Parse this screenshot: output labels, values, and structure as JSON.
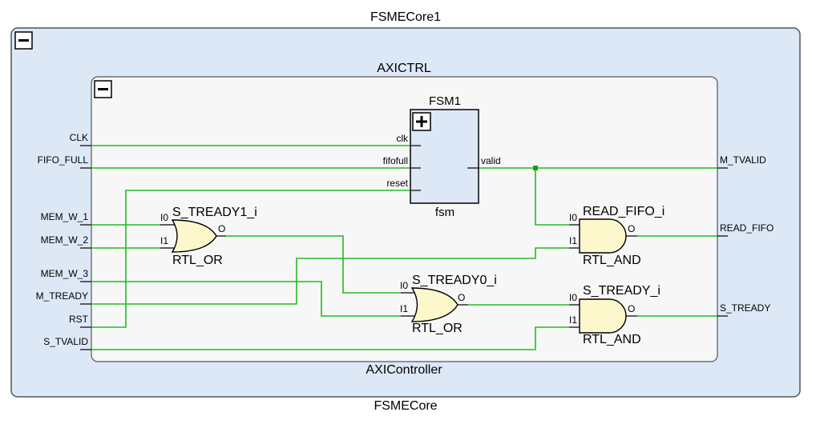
{
  "outer": {
    "instance": "FSMECore1",
    "cell": "FSMECore",
    "button": "collapse"
  },
  "inner": {
    "instance": "AXICTRL",
    "cell": "AXIController",
    "button": "collapse"
  },
  "fsm": {
    "instance": "FSM1",
    "cell": "fsm",
    "button": "expand",
    "pins": {
      "clk": "clk",
      "fifofull": "fifofull",
      "reset": "reset",
      "valid": "valid"
    }
  },
  "ports_in": {
    "clk": "CLK",
    "fifo_full": "FIFO_FULL",
    "mem_w_1": "MEM_W_1",
    "mem_w_2": "MEM_W_2",
    "mem_w_3": "MEM_W_3",
    "m_tready": "M_TREADY",
    "rst": "RST",
    "s_tvalid": "S_TVALID"
  },
  "ports_out": {
    "m_tvalid": "M_TVALID",
    "read_fifo": "READ_FIFO",
    "s_tready": "S_TREADY"
  },
  "gates": {
    "s_tready1": {
      "name": "S_TREADY1_i",
      "type": "RTL_OR",
      "i0": "I0",
      "i1": "I1",
      "o": "O"
    },
    "s_tready0": {
      "name": "S_TREADY0_i",
      "type": "RTL_OR",
      "i0": "I0",
      "i1": "I1",
      "o": "O"
    },
    "read_fifo": {
      "name": "READ_FIFO_i",
      "type": "RTL_AND",
      "i0": "I0",
      "i1": "I1",
      "o": "O"
    },
    "s_tready": {
      "name": "S_TREADY_i",
      "type": "RTL_AND",
      "i0": "I0",
      "i1": "I1",
      "o": "O"
    }
  },
  "colors": {
    "wire": "#22bb22",
    "outer_fill": "#dde8f7",
    "inner_fill": "#f7f7f7",
    "fsm_fill": "#dde8f7",
    "gate_fill": "#fdf7cc"
  }
}
